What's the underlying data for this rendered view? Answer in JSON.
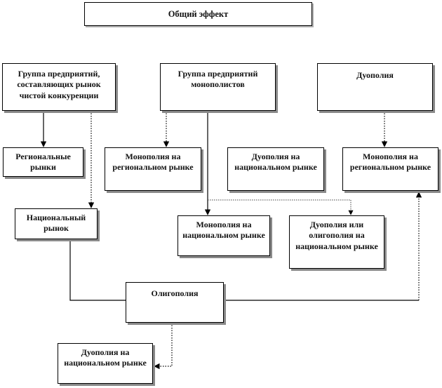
{
  "diagram": {
    "total_effect": "Общий эффект",
    "pure_competition_group": "Группа предприятий, составляющих рынок чистой конкуренции",
    "monopolist_group": "Группа предприятий монополистов",
    "duopoly": "Дуополия",
    "regional_markets": "Региональные рынки",
    "regional_monopoly_1": "Монополия на региональном рынке",
    "national_duopoly_1": "Дуополия на национальном рынке",
    "regional_monopoly_2": "Монополия на региональном рынке",
    "national_market": "Национальный рынок",
    "national_monopoly": "Монополия на национальном рынке",
    "duopoly_or_oligopoly": "Дуополия или олигополия на национальном рынке",
    "oligopoly": "Олигополия",
    "national_duopoly_2": "Дуополия на национальном рынке"
  },
  "colors": {
    "border": "#000000",
    "shadow": "#8a8a8a",
    "background": "#ffffff"
  }
}
